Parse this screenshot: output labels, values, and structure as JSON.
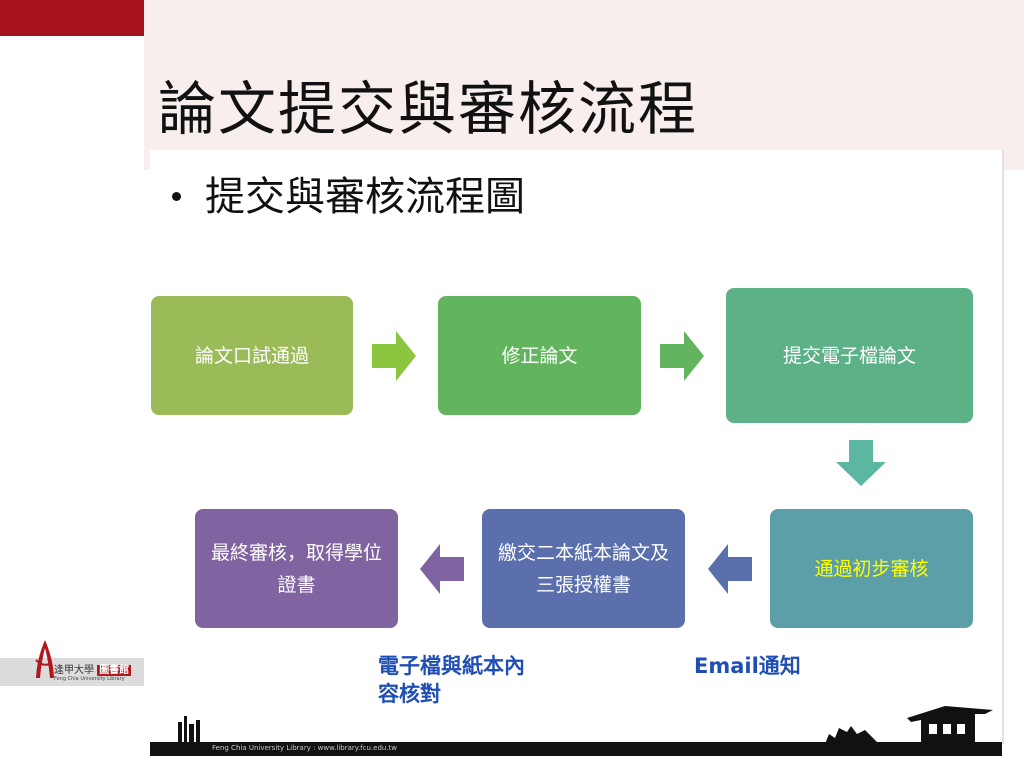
{
  "slide": {
    "title": "論文提交與審核流程",
    "bullet": "提交與審核流程圖"
  },
  "flow": {
    "steps": [
      {
        "label": "論文口試通過",
        "color": "#9bbb59"
      },
      {
        "label": "修正論文",
        "color": "#62b55e"
      },
      {
        "label": "提交電子檔論文",
        "color": "#5cb187"
      },
      {
        "label": "通過初步審核",
        "color": "#5c9fa8",
        "text_color": "#ffff00"
      },
      {
        "label": "繳交二本紙本論文及三張授權書",
        "color": "#5b6fad"
      },
      {
        "label": "最終審核，取得學位證書",
        "color": "#8064a2"
      }
    ],
    "arrow_colors": [
      "#8cc63e",
      "#62b55e",
      "#5cb7a0",
      "#5b6fad",
      "#8064a2"
    ],
    "notes": {
      "paper_check": "電子檔與紙本內容核對",
      "email": "Email通知"
    }
  },
  "footer": {
    "library_text": "Feng Chia University Library : www.library.fcu.edu.tw",
    "logo_name": "逢甲大學",
    "logo_library": "圖書館",
    "logo_sub": "Feng Chia University Library"
  }
}
